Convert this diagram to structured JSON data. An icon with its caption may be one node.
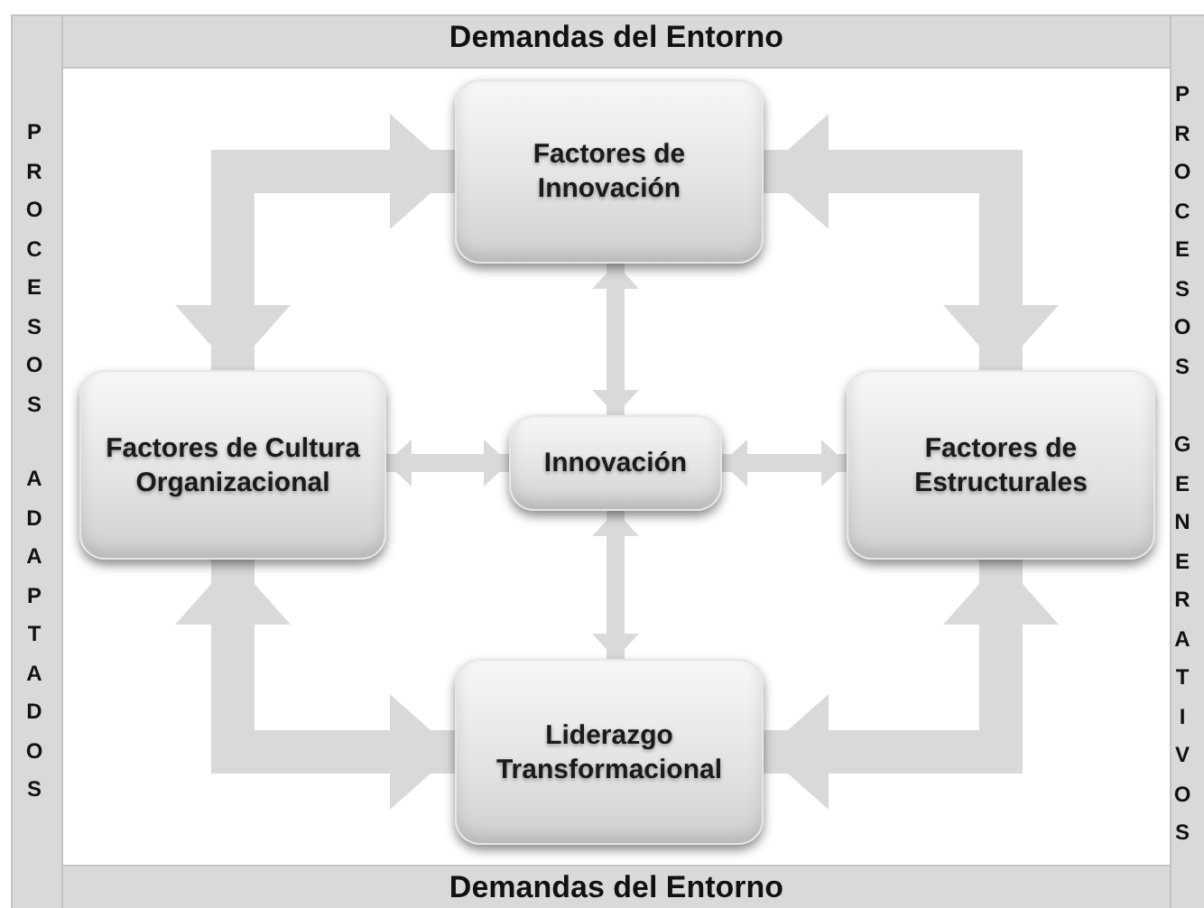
{
  "diagram": {
    "nodes": [
      {
        "text": [
          "Factores de Innovación"
        ]
      },
      {
        "text": [
          "Factores de Cultura Organizacional"
        ]
      },
      {
        "text": [
          "Innovación"
        ]
      },
      {
        "text": [
          "Factores de Estructurales"
        ]
      },
      {
        "text": [
          "Liderazgo Transformacional"
        ]
      }
    ],
    "edges": [
      {
        "from": 0,
        "to": 1,
        "arrow": "both",
        "style": "thick"
      },
      {
        "from": 0,
        "to": 3,
        "arrow": "both",
        "style": "thick"
      },
      {
        "from": 1,
        "to": 4,
        "arrow": "both",
        "style": "thick"
      },
      {
        "from": 3,
        "to": 4,
        "arrow": "both",
        "style": "thick"
      },
      {
        "from": 0,
        "to": 2,
        "arrow": "both"
      },
      {
        "from": 1,
        "to": 2,
        "arrow": "both"
      },
      {
        "from": 2,
        "to": 3,
        "arrow": "both"
      },
      {
        "from": 2,
        "to": 4,
        "arrow": "both"
      }
    ],
    "labels": [
      "Demandas del Entorno",
      "Demandas del Entorno",
      "PROCESOS",
      "ADAPTADOS",
      "PROCESOS",
      "GENERATIVOS"
    ]
  }
}
